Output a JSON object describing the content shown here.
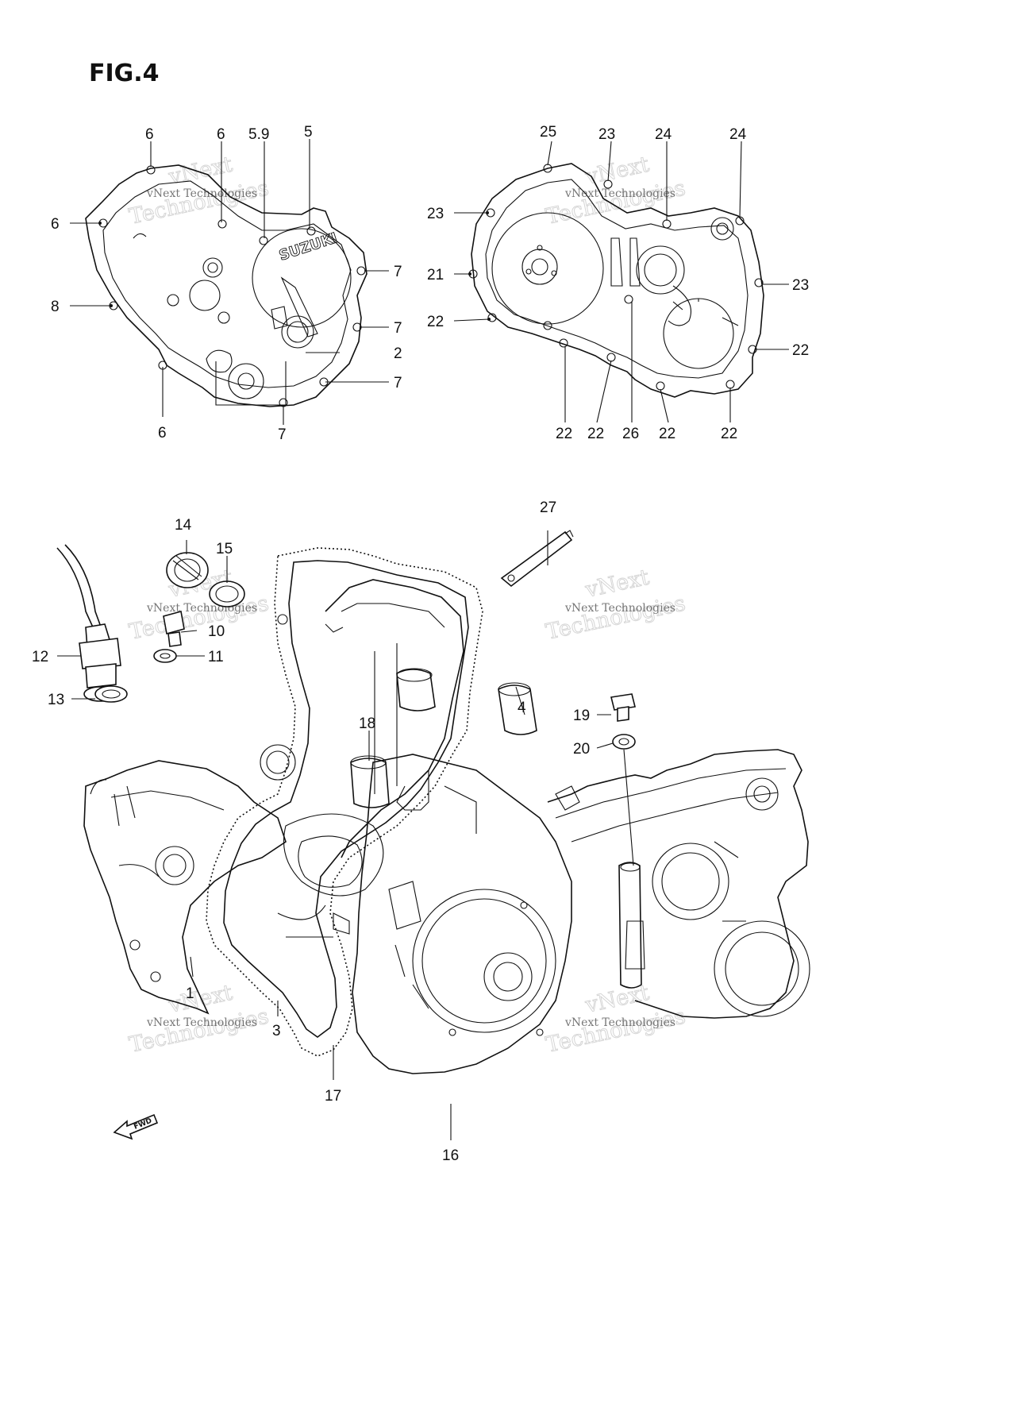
{
  "figure": {
    "title": "FIG.4"
  },
  "callouts": {
    "c1": "1",
    "c2": "2",
    "c3": "3",
    "c4": "4",
    "c5": "5",
    "c59": "5.9",
    "c6": "6",
    "c7": "7",
    "c8": "8",
    "c10": "10",
    "c11": "11",
    "c12": "12",
    "c13": "13",
    "c14": "14",
    "c15": "15",
    "c16": "16",
    "c17": "17",
    "c18": "18",
    "c19": "19",
    "c20": "20",
    "c21": "21",
    "c22": "22",
    "c23": "23",
    "c24": "24",
    "c25": "25",
    "c26": "26",
    "c27": "27"
  },
  "watermark": {
    "line1": "vNext Technologies",
    "line2": "Technologies",
    "line3": "vNext"
  },
  "embossed": {
    "brand": "SUZUKI",
    "direction": "FWD"
  }
}
